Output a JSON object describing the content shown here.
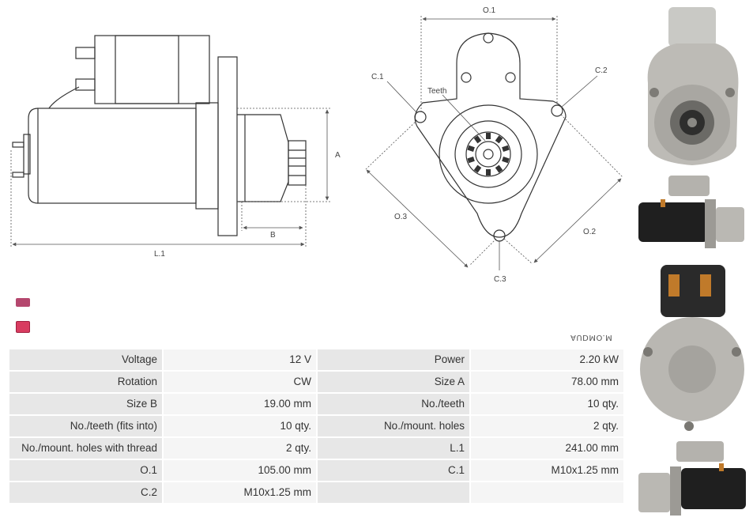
{
  "diagram_labels": {
    "L1": "L.1",
    "A": "A",
    "B": "B",
    "O1": "O.1",
    "O2": "O.2",
    "O3": "O.3",
    "C1": "C.1",
    "C2": "C.2",
    "C3": "C.3",
    "teeth": "Teeth"
  },
  "watermark": "AUDMO.M",
  "specs": {
    "rows": [
      {
        "k1": "Voltage",
        "v1": "12 V",
        "k2": "Power",
        "v2": "2.20 kW"
      },
      {
        "k1": "Rotation",
        "v1": "CW",
        "k2": "Size A",
        "v2": "78.00 mm"
      },
      {
        "k1": "Size B",
        "v1": "19.00 mm",
        "k2": "No./teeth",
        "v2": "10 qty."
      },
      {
        "k1": "No./teeth (fits into)",
        "v1": "10 qty.",
        "k2": "No./mount. holes",
        "v2": "2 qty."
      },
      {
        "k1": "No./mount. holes with thread",
        "v1": "2 qty.",
        "k2": "L.1",
        "v2": "241.00 mm"
      },
      {
        "k1": "O.1",
        "v1": "105.00 mm",
        "k2": "C.1",
        "v2": "M10x1.25 mm"
      },
      {
        "k1": "C.2",
        "v1": "M10x1.25 mm",
        "k2": "",
        "v2": ""
      }
    ]
  },
  "colors": {
    "label_cell": "#e7e7e7",
    "value_cell": "#f5f5f5",
    "line": "#333333",
    "dim": "#555555"
  }
}
